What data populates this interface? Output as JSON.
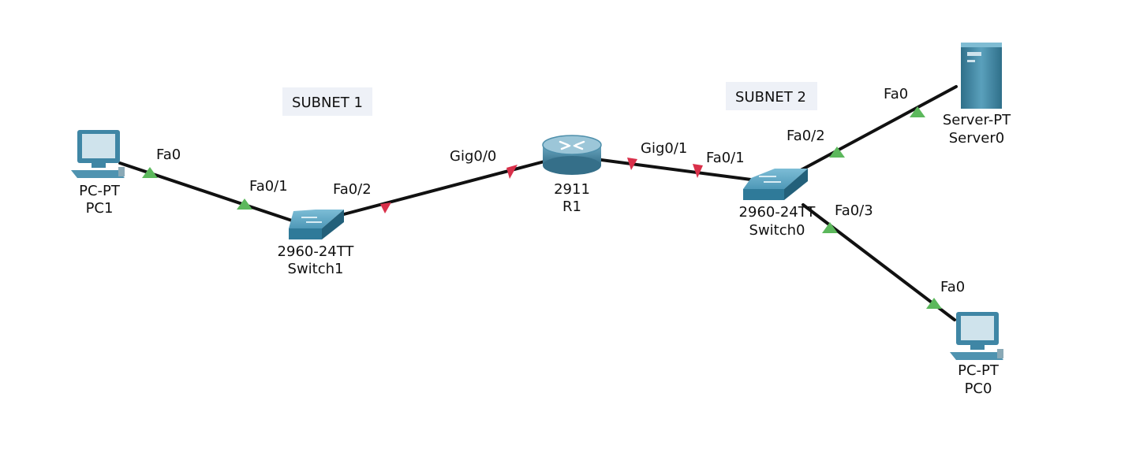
{
  "subnets": {
    "subnet1": "SUBNET 1",
    "subnet2": "SUBNET 2"
  },
  "devices": {
    "pc1": {
      "model": "PC-PT",
      "name": "PC1"
    },
    "switch1": {
      "model": "2960-24TT",
      "name": "Switch1"
    },
    "r1": {
      "model": "2911",
      "name": "R1"
    },
    "switch0": {
      "model": "2960-24TT",
      "name": "Switch0"
    },
    "server0": {
      "model": "Server-PT",
      "name": "Server0"
    },
    "pc0": {
      "model": "PC-PT",
      "name": "PC0"
    }
  },
  "ports": {
    "pc1_fa0": "Fa0",
    "sw1_fa0_1": "Fa0/1",
    "sw1_fa0_2": "Fa0/2",
    "r1_gig0_0": "Gig0/0",
    "r1_gig0_1": "Gig0/1",
    "sw0_fa0_1": "Fa0/1",
    "sw0_fa0_2": "Fa0/2",
    "server_fa0": "Fa0",
    "sw0_fa0_3": "Fa0/3",
    "pc0_fa0": "Fa0"
  },
  "link_status": {
    "up_color": "#5cb85c",
    "down_color": "#d9304a",
    "cable_color": "#111111"
  },
  "device_colors": {
    "switch_top": "#5fa7c4",
    "switch_side": "#2f7a99",
    "router_top": "#8fb9cc",
    "router_body": "#4e8fab",
    "pc_body": "#3f86a5",
    "pc_screen": "#cfe3ec",
    "server_body": "#4a8ea9"
  }
}
